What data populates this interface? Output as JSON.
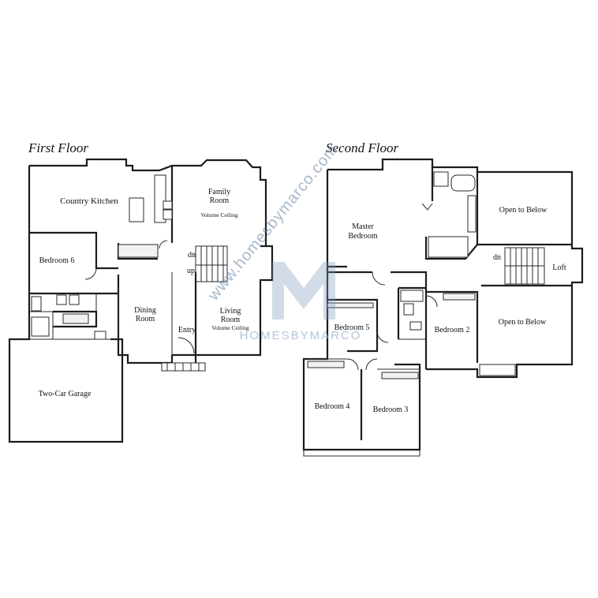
{
  "floors": {
    "first": {
      "title": "First Floor",
      "rooms": {
        "country_kitchen": "Country Kitchen",
        "family_room": "Family Room",
        "family_room_note": "Volume Ceiling",
        "bedroom_6": "Bedroom 6",
        "dining_room": "Dining Room",
        "entry": "Entry",
        "living_room": "Living Room",
        "living_room_note": "Volume Ceiling",
        "garage": "Two-Car Garage"
      },
      "stair_dn": "dn",
      "stair_up": "up"
    },
    "second": {
      "title": "Second Floor",
      "rooms": {
        "master_bedroom": "Master Bedroom",
        "open_below_1": "Open to Below",
        "open_below_2": "Open to Below",
        "loft": "Loft",
        "bedroom_5": "Bedroom 5",
        "bedroom_2": "Bedroom 2",
        "bedroom_4": "Bedroom 4",
        "bedroom_3": "Bedroom 3"
      },
      "stair_dn": "dn"
    }
  },
  "watermark": {
    "url": "www.homesbymarco.com",
    "brand": "HOMESBYMARCO",
    "color": "#5d7fa3"
  }
}
